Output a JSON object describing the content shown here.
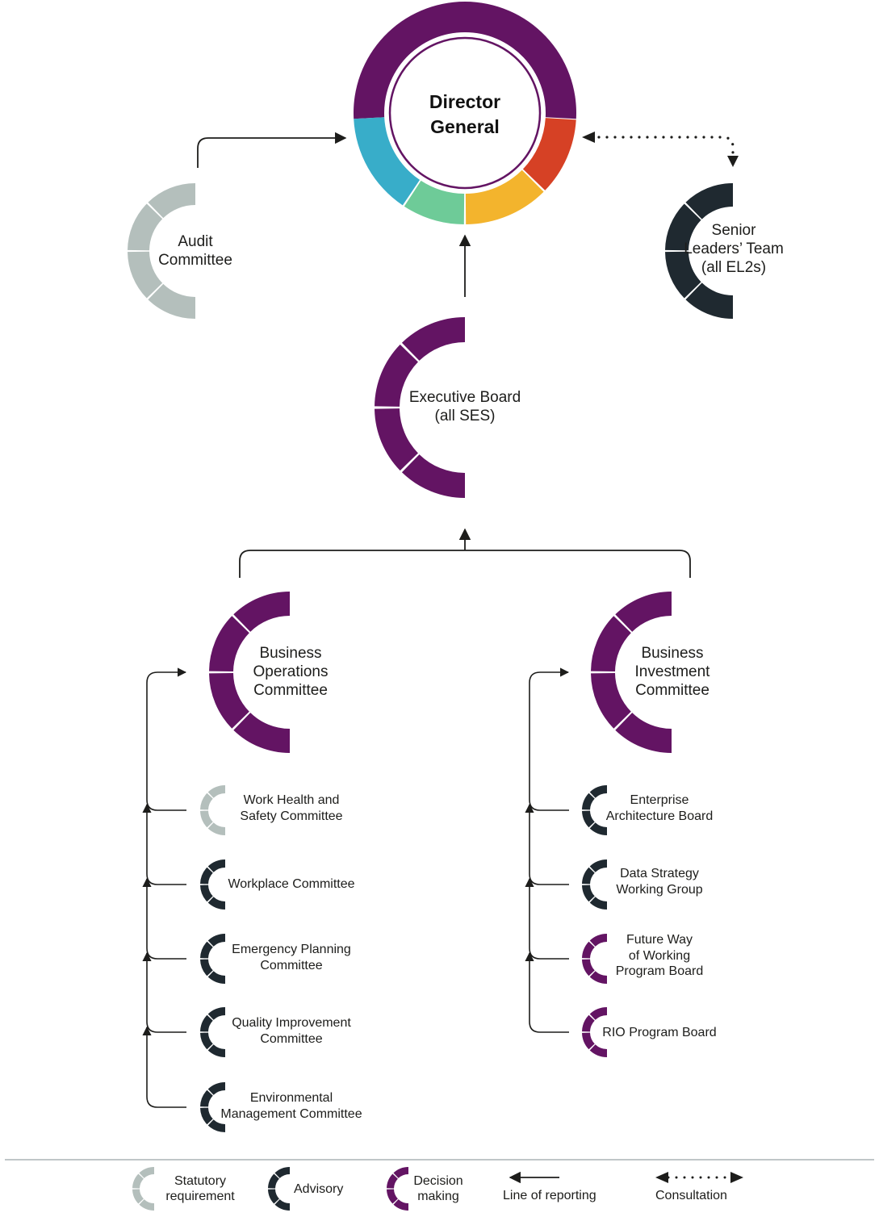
{
  "colors": {
    "statutory": "#b4bfbc",
    "advisory": "#1f2930",
    "decision": "#631463",
    "blue": "#38adc9",
    "red": "#d64125",
    "green": "#6ecb98",
    "yellow": "#f3b42d",
    "line": "#1d1d1b"
  },
  "director": {
    "line1": "Director",
    "line2": "General"
  },
  "audit": {
    "line1": "Audit",
    "line2": "Committee"
  },
  "senior": {
    "line1": "Senior",
    "line2": "Leaders’ Team",
    "line3": "(all EL2s)"
  },
  "executive": {
    "line1": "Executive Board",
    "line2": "(all SES)"
  },
  "bus_ops": {
    "line1": "Business",
    "line2": "Operations",
    "line3": "Committee"
  },
  "bus_inv": {
    "line1": "Business",
    "line2": "Investment",
    "line3": "Committee"
  },
  "left_committees": [
    {
      "line1": "Work Health and",
      "line2": "Safety Committee",
      "type": "statutory"
    },
    {
      "line1": "Workplace Committee",
      "line2": "",
      "type": "advisory"
    },
    {
      "line1": "Emergency Planning",
      "line2": "Committee",
      "type": "advisory"
    },
    {
      "line1": "Quality Improvement",
      "line2": "Committee",
      "type": "advisory"
    },
    {
      "line1": "Environmental",
      "line2": "Management Committee",
      "type": "advisory"
    }
  ],
  "right_committees": [
    {
      "line1": "Enterprise",
      "line2": "Architecture Board",
      "line3": "",
      "type": "advisory"
    },
    {
      "line1": "Data Strategy",
      "line2": "Working Group",
      "line3": "",
      "type": "advisory"
    },
    {
      "line1": "Future Way",
      "line2": "of Working",
      "line3": "Program Board",
      "type": "decision"
    },
    {
      "line1": "RIO Program Board",
      "line2": "",
      "line3": "",
      "type": "decision"
    }
  ],
  "legend": {
    "statutory": {
      "line1": "Statutory",
      "line2": "requirement"
    },
    "advisory": "Advisory",
    "decision": {
      "line1": "Decision",
      "line2": "making"
    },
    "reporting": "Line of reporting",
    "consultation": "Consultation"
  }
}
